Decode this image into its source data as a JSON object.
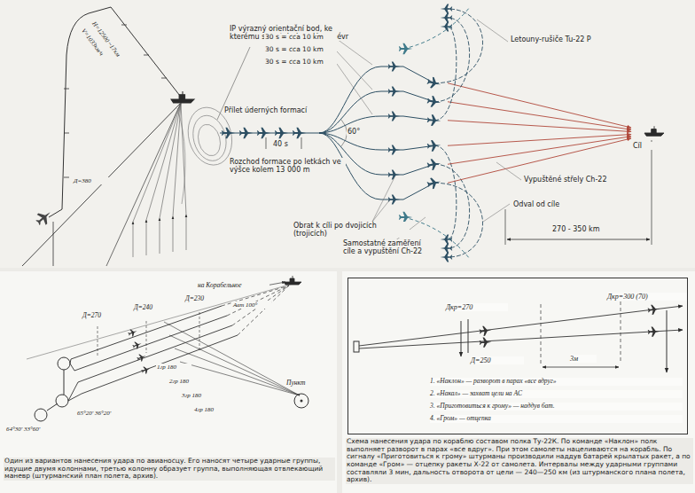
{
  "diagram": {
    "nodes": [
      {
        "text": [
          "Дкр=270",
          "Д=250",
          "3м",
          "Дкр=300 (70)",
          "1. «Наклон» — разворот в парах «все вдруг»",
          "2. «Накал» — захват цели на АС",
          "3. «Приготовиться к грому» — наддув бат.",
          "4. «Гром» — отцепка"
        ]
      }
    ],
    "labels": [
      "IP výrazný orientační bod, ke kterému se vztahuje celý manévr",
      "Přílet úderných formací",
      "40 s",
      "30 s = cca 10 km",
      "30 s = cca 10 km",
      "30 s = cca 10 km",
      "60°",
      "Rozchod formace po letkách ve výšce kolem 13 000 m",
      "Obrat k cíli po dvojicích (trojicích)",
      "Samostatné zaměření cíle a vypuštění Ch-22",
      "Letouny-rušiče Tu-22 P",
      "Vypuštěné střely Ch-22",
      "Odval od cíle",
      "Cíl",
      "270 - 350 km",
      "Н=12500 ~17км",
      "V=1033км/ч",
      "Д=380",
      "на Корабельное",
      "Д=270",
      "Д=240",
      "Д=230",
      "Пункт",
      "64°30' 33°60'",
      "65°20' 36°20'",
      "Авт 100°",
      "1гр 180",
      "2гр 180",
      "3гр 180",
      "4гр 180",
      "Один из вариантов нанесения удара по авианосцу. Его наносят четыре ударные группы, идущие двумя колоннами, третью колонну образует группа, выполняющая отвлекающий маневр (штурманский план полета, архив).",
      "Схема нанесения удара по кораблю составом полка Ту-22К. По команде «Наклон» полк выполняет разворот в парах «все вдруг». При этом самолеты нацеливаются на корабль. По сигналу «Приготовиться к грому» штурманы производили наддув батарей крылатых ракет, а по команде «Гром» — отцепку ракеты Х-22 от самолета. Интервалы между ударными группами составляли 3 мин, дальность отворота от цели — 240—250 км (из штурманского плана полета, архив)."
    ]
  }
}
